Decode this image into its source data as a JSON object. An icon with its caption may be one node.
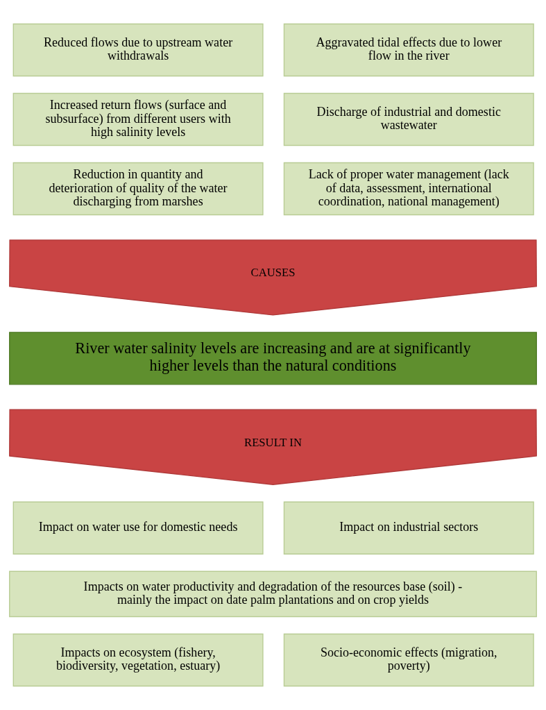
{
  "diagram": {
    "nodes": [
      {
        "text": [
          "Reduced flows due to upstream water withdrawals"
        ]
      },
      {
        "text": [
          "Aggravated tidal effects due to lower flow in the river"
        ]
      },
      {
        "text": [
          "Increased return flows (surface and subsurface) from different users with high salinity levels"
        ]
      },
      {
        "text": [
          "Discharge of industrial and domestic wastewater"
        ]
      },
      {
        "text": [
          "Reduction in quantity and deterioration of quality of the water discharging from marshes"
        ]
      },
      {
        "text": [
          "Lack of proper water management (lack of data, assessment, international coordination, national management)"
        ]
      },
      {
        "text": [
          "CAUSES"
        ]
      },
      {
        "text": [
          "River water salinity levels are increasing and are at significantly higher levels than the natural conditions"
        ]
      },
      {
        "text": [
          "RESULT IN"
        ]
      },
      {
        "text": [
          "Impact on water use for domestic needs"
        ]
      },
      {
        "text": [
          "Impact on industrial sectors"
        ]
      },
      {
        "text": [
          "Impacts on water productivity and degradation of the resources base (soil) - mainly the impact on date palm plantations and on crop yields"
        ]
      },
      {
        "text": [
          "Impacts on ecosystem (fishery, biodiversity, vegetation, estuary)"
        ]
      },
      {
        "text": [
          "Socio-economic effects (migration, poverty)"
        ]
      }
    ],
    "edges": []
  }
}
